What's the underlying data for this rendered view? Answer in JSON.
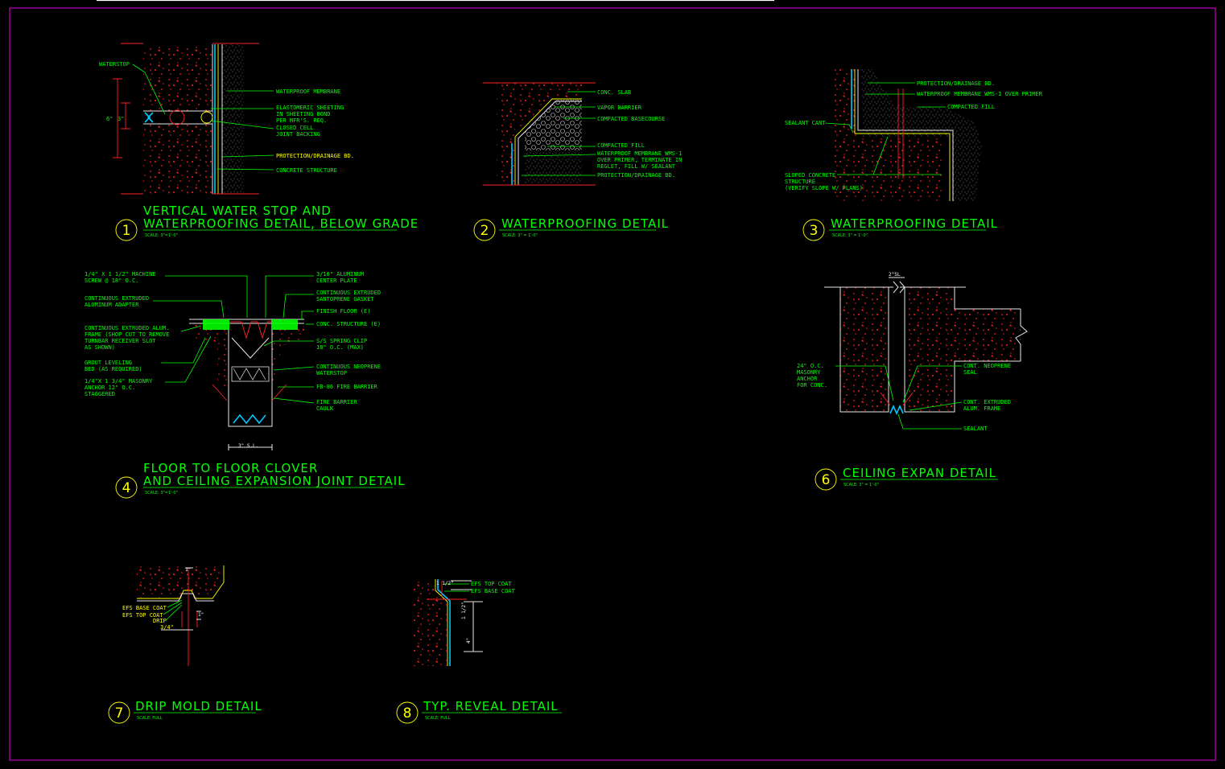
{
  "colors": {
    "background": "#000000",
    "text": "#00ff00",
    "title_number": "#ffff00",
    "concrete_hatch": "#ff2020",
    "frame": "#c000c0",
    "membrane": "#00c8ff"
  },
  "details": [
    {
      "number": "1",
      "title_lines": [
        "VERTICAL WATER STOP AND",
        "WATERPROOFING DETAIL, BELOW GRADE"
      ],
      "scale": "SCALE:     3\"=1'-0\"",
      "labels": {
        "waterstop": "WATERSTOP",
        "membrane": "WATERPROOF MEMBRANE",
        "sheeting": [
          "ELASTOMERIC SHEETING",
          "IN SHEETING BOND",
          "PER MFR'S. REQ."
        ],
        "backing": [
          "CLOSED CELL",
          "JOINT BACKING"
        ],
        "protection": "PROTECTION/DRAINAGE BD.",
        "structure": "CONCRETE STRUCTURE",
        "dim_a": "6\"",
        "dim_b": "3\""
      }
    },
    {
      "number": "2",
      "title_lines": [
        "WATERPROOFING DETAIL"
      ],
      "scale": "SCALE:        3\" = 1'-0\"",
      "labels": {
        "slab": "CONC. SLAB",
        "vapor": "VAPOR BARRIER",
        "basecourse": "COMPACTED BASECOURSE",
        "fill": "COMPACTED FILL",
        "membrane": [
          "WATERPROOF MEMBRANE WMS-1",
          "OVER PRIMER, TERMINATE IN",
          "REGLET, FILL W/ SEALANT"
        ],
        "protection": "PROTECTION/DRAINAGE BD."
      }
    },
    {
      "number": "3",
      "title_lines": [
        "WATERPROOFING DETAIL"
      ],
      "scale": "SCALE:        3\" = 1'-0\"",
      "labels": {
        "protection": "PROTECTION/DRAINAGE BD.",
        "membrane": "WATERPROOF MEMBRANE WMS-1 OVER PRIMER",
        "fill": "COMPACTED FILL",
        "cant": "SEALANT CANT",
        "sloped": [
          "SLOPED CONCRETE",
          "STRUCTURE",
          "(VERIFY SLOPE W/ PLANS)"
        ]
      }
    },
    {
      "number": "4",
      "title_lines": [
        "FLOOR TO FLOOR CLOVER",
        "AND CEILING EXPANSION JOINT DETAIL"
      ],
      "scale": "SCALE:     3\"=1'-0\"",
      "labels": {
        "screw": [
          "1/4\" X 1 1/2\" MACHINE",
          "SCREW @ 18\" O.C."
        ],
        "adapter": [
          "CONTINUOUS EXTRUDED",
          "ALUMINUM ADAPTER"
        ],
        "frame": [
          "CONTINUOUS EXTRUDED ALUM.",
          "FRAME (SHOP CUT TO REMOVE",
          "TURNBAR RECEIVER SLOT",
          "AS SHOWN)"
        ],
        "grout": [
          "GROUT LEVELING",
          "BED (AS REQUIRED)"
        ],
        "anchor": [
          "1/4\"X 1 3/4\" MASONRY",
          "ANCHOR 12\" O.C.",
          "STAGGERED"
        ],
        "plate": [
          "3/16\" ALUMINUM",
          "CENTER PLATE"
        ],
        "gasket": [
          "CONTINUOUS EXTRUDED",
          "SANTOPRENE GASKET"
        ],
        "finish": "FINISH FLOOR (E)",
        "conc": "CONC. STRUCTURE (E)",
        "clip": [
          "S/S SPRING CLIP",
          "18\" O.C. (MAX)"
        ],
        "waterstop": [
          "CONTINUOUS NEOPRENE",
          "WATERSTOP"
        ],
        "barrier": "FB-86 FIRE BARRIER",
        "caulk": [
          "FIRE BARRIER",
          "CAULK"
        ],
        "dim": "3\" S.L."
      }
    },
    {
      "number": "6",
      "title_lines": [
        "CEILING EXPAN DETAIL"
      ],
      "scale": "SCALE:        3\" = 1'-0\"",
      "labels": {
        "dim": "2\"SL",
        "anchor": [
          "24\" O.C.",
          "MASONRY",
          "ANCHOR",
          "FOR CONC."
        ],
        "seal": [
          "CONT. NEOPRENE",
          "SEAL"
        ],
        "frame": [
          "CONT. EXTRUDED",
          "ALUM. FRAME"
        ],
        "sealant": "SEALANT"
      }
    },
    {
      "number": "7",
      "title_lines": [
        "DRIP MOLD DETAIL"
      ],
      "scale": "SCALE:     FULL",
      "labels": {
        "base": "EFS BASE COAT",
        "top": "EFS TOP COAT",
        "drip": "DRIP",
        "dim_a": "3/4\"",
        "dim_b": "1\"",
        "dim_c": "1\""
      }
    },
    {
      "number": "8",
      "title_lines": [
        "TYP.   REVEAL DETAIL"
      ],
      "scale": "SCALE:     FULL",
      "labels": {
        "top": "EFS TOP COAT",
        "base": "EFS BASE COAT",
        "dim_a": "1 1/2\"",
        "dim_b": "1 1/2\"",
        "dim_c": "4\""
      }
    }
  ]
}
